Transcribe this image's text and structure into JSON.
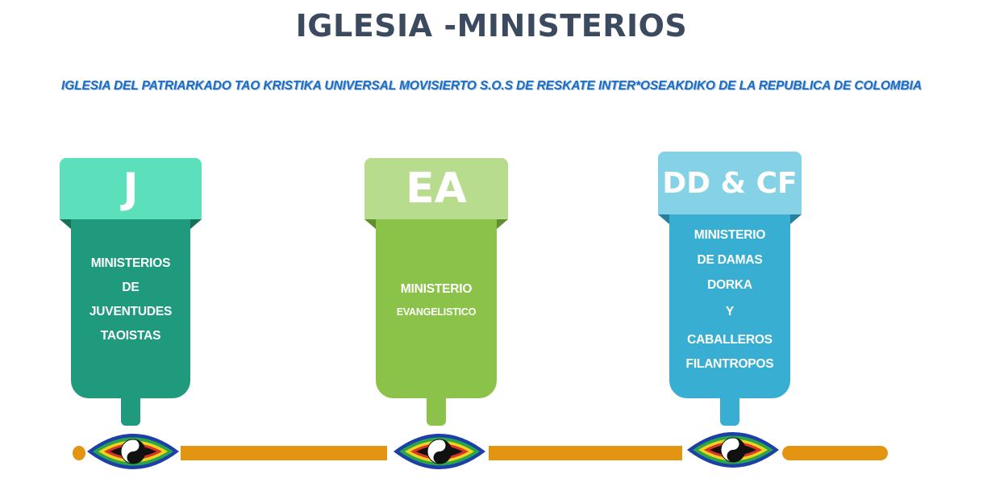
{
  "header": {
    "title": "IGLESIA -MINISTERIOS",
    "subtitle": "IGLESIA DEL PATRIARKADO TAO KRISTIKA UNIVERSAL MOVISIERTO S.O.S  DE RESKATE INTER*OSEAKDIKO DE LA REPUBLICA DE COLOMBIA"
  },
  "colors": {
    "timeline": "#e39512",
    "title": "#3b4a5e",
    "subtitle": "#1f6cc0"
  },
  "ministries": [
    {
      "code": "J",
      "lines": [
        "MINISTERIOS",
        "DE",
        "JUVENTUDES",
        "TAOISTAS"
      ],
      "colors": {
        "tab": "#5ce0bb",
        "body": "#1f9a7c",
        "fold": "#157258"
      }
    },
    {
      "code": "EA",
      "lines": [
        "MINISTERIO",
        "EVANGELISTICO"
      ],
      "colors": {
        "tab": "#b7dc8e",
        "body": "#8bc34a",
        "fold": "#5f8f2e"
      }
    },
    {
      "code": "DD & CF",
      "lines": [
        "MINISTERIO",
        "DE DAMAS",
        "DORKA",
        "Y",
        "CABALLEROS",
        "FILANTROPOS"
      ],
      "colors": {
        "tab": "#85d1e6",
        "body": "#38afd2",
        "fold": "#24809c"
      }
    }
  ],
  "icons": [
    "eye-icon",
    "yin-yang-icon"
  ]
}
